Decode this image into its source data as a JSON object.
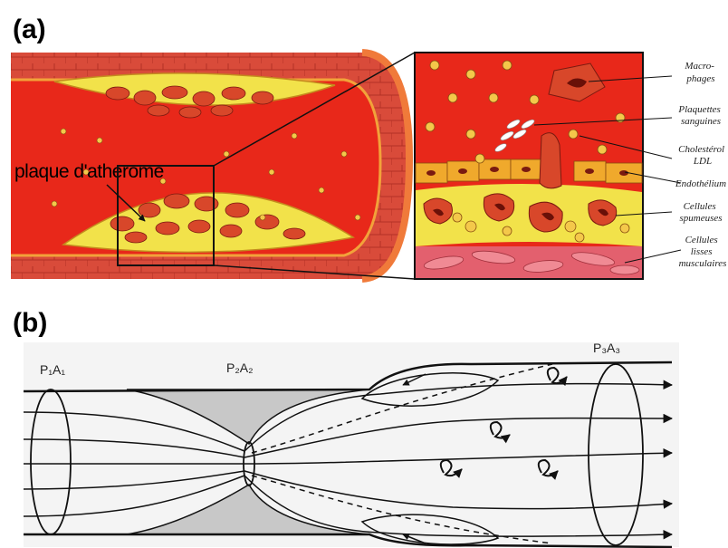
{
  "panel_a": {
    "label": "(a)",
    "plaque_label": "plaque d'atherome",
    "callouts": [
      {
        "lines": [
          "Macro-",
          "phages"
        ]
      },
      {
        "lines": [
          "Plaquettes",
          "sanguines"
        ]
      },
      {
        "lines": [
          "Cholestérol",
          "LDL"
        ]
      },
      {
        "lines": [
          "Endothélium"
        ]
      },
      {
        "lines": [
          "Cellules",
          "spumeuses"
        ]
      },
      {
        "lines": [
          "Cellules",
          "lisses",
          "musculaires"
        ]
      }
    ]
  },
  "panel_b": {
    "label": "(b)",
    "section_labels": [
      "P₁A₁",
      "P₂A₂",
      "P₃A₃"
    ]
  },
  "colors": {
    "blood": "#e8281a",
    "vessel_wall": "#d94b3a",
    "plaque": "#f2e24a",
    "endothelium": "#f0a92c",
    "muscle": "#e3606e",
    "stenosis_gray": "#c8c8c8"
  }
}
